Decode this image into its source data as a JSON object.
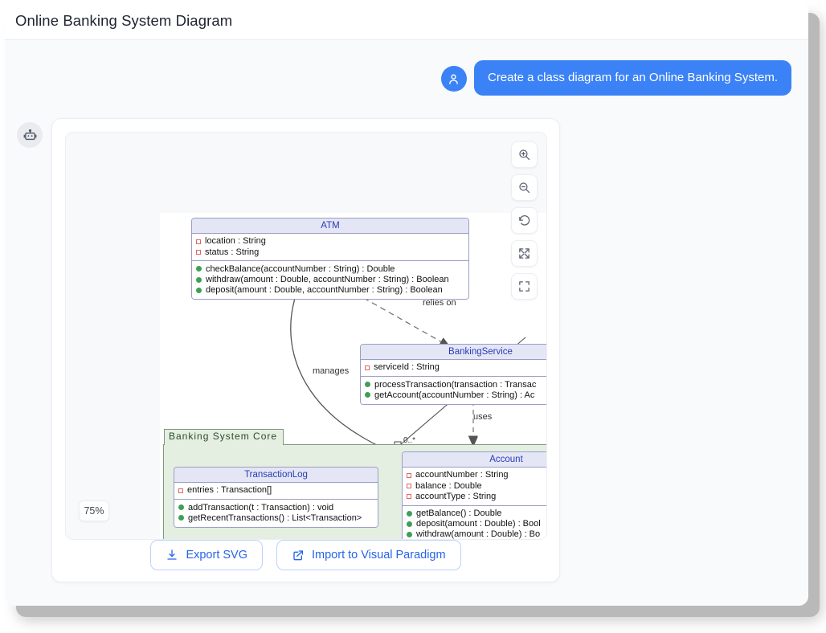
{
  "window": {
    "title": "Online Banking System Diagram"
  },
  "chat": {
    "user_avatar_icon": "person-icon",
    "bot_avatar_icon": "robot-icon",
    "user_message": "Create a class diagram for an Online Banking System."
  },
  "canvas": {
    "zoom_level": "75%",
    "toolbar": [
      {
        "name": "zoom-in-button",
        "icon": "zoom-in-icon"
      },
      {
        "name": "zoom-out-button",
        "icon": "zoom-out-icon"
      },
      {
        "name": "reset-view-button",
        "icon": "reset-rotate-icon"
      },
      {
        "name": "fit-screen-button",
        "icon": "expand-arrows-icon"
      },
      {
        "name": "fullscreen-button",
        "icon": "fullscreen-corners-icon"
      }
    ]
  },
  "actions": {
    "export_label": "Export SVG",
    "export_icon": "download-icon",
    "import_label": "Import to Visual Paradigm",
    "import_icon": "external-link-icon"
  },
  "diagram": {
    "type": "uml-class-diagram",
    "package": {
      "name": "Banking System Core",
      "fill": "#e4efe1",
      "stroke": "#7e9a7a"
    },
    "classes": [
      {
        "name": "ATM",
        "attributes": [
          "location : String",
          "status : String"
        ],
        "methods": [
          "checkBalance(accountNumber : String) : Double",
          "withdraw(amount : Double, accountNumber : String) : Boolean",
          "deposit(amount : Double, accountNumber : String) : Boolean"
        ]
      },
      {
        "name": "BankingService",
        "attributes": [
          "serviceId : String"
        ],
        "methods": [
          "processTransaction(transaction : Transac",
          "getAccount(accountNumber : String) : Ac"
        ]
      },
      {
        "name": "TransactionLog",
        "attributes": [
          "entries : Transaction[]"
        ],
        "methods": [
          "addTransaction(t : Transaction) : void",
          "getRecentTransactions() : List<Transaction>"
        ]
      },
      {
        "name": "Account",
        "attributes": [
          "accountNumber : String",
          "balance : Double",
          "accountType : String"
        ],
        "methods": [
          "getBalance() : Double",
          "deposit(amount : Double) : Bool",
          "withdraw(amount : Double) : Bo"
        ]
      }
    ],
    "relationships": [
      {
        "label": "relies on",
        "style": "dashed",
        "from": "ATM",
        "to": "BankingService"
      },
      {
        "label": "manages",
        "style": "solid",
        "from": "ATM",
        "to": "Account"
      },
      {
        "label": "uses",
        "style": "dashed",
        "from": "BankingService",
        "to": "Account"
      },
      {
        "label": "0..*",
        "style": "solid",
        "from": "BankingService",
        "to": "Account"
      }
    ],
    "colors": {
      "class_header_fill": "#e4e6f5",
      "class_stroke": "#9a9ec4",
      "class_title_text": "#2a3bb7",
      "attribute_marker": "#e06464",
      "method_marker": "#3f9f55"
    }
  }
}
